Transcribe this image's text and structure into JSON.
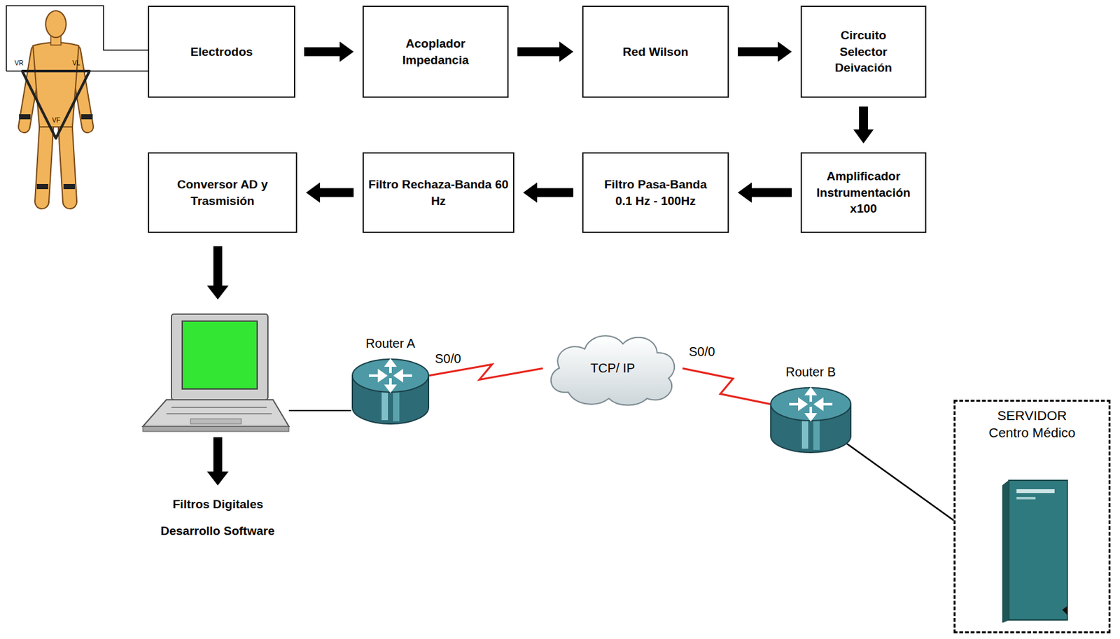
{
  "diagram": {
    "nodes": [
      {
        "text": [
          "Electrodos"
        ]
      },
      {
        "text": [
          "Acoplador Impedancia"
        ]
      },
      {
        "text": [
          "Red Wilson"
        ]
      },
      {
        "text": [
          "Circuito Selector Deivación"
        ]
      },
      {
        "text": [
          "Amplificador Instrumentación x100"
        ]
      },
      {
        "text": [
          "Filtro Pasa-Banda 0.1 Hz - 100Hz"
        ]
      },
      {
        "text": [
          "Filtro Rechaza-Banda 60 Hz"
        ]
      },
      {
        "text": [
          "Conversor AD y Trasmisión"
        ]
      },
      {
        "text": [
          "Router A"
        ]
      },
      {
        "text": [
          "TCP/ IP"
        ]
      },
      {
        "text": [
          "Router B"
        ]
      },
      {
        "text": [
          "SERVIDOR Centro Médico"
        ]
      }
    ],
    "edges": [
      {
        "from": 0,
        "to": 1,
        "arrow": "to"
      },
      {
        "from": 1,
        "to": 2,
        "arrow": "to"
      },
      {
        "from": 2,
        "to": 3,
        "arrow": "to"
      },
      {
        "from": 3,
        "to": 4,
        "arrow": "to"
      },
      {
        "from": 4,
        "to": 5,
        "arrow": "to"
      },
      {
        "from": 5,
        "to": 6,
        "arrow": "to"
      },
      {
        "from": 6,
        "to": 7,
        "arrow": "to"
      },
      {
        "from": 8,
        "to": 9,
        "label": "S0/0",
        "arrow": "none"
      },
      {
        "from": 9,
        "to": 10,
        "label": "S0/0",
        "arrow": "none"
      },
      {
        "from": 10,
        "to": 11,
        "arrow": "none"
      }
    ],
    "labels": [
      "VR",
      "VL",
      "VF",
      "Filtros Digitales",
      "Desarrollo Software"
    ]
  }
}
